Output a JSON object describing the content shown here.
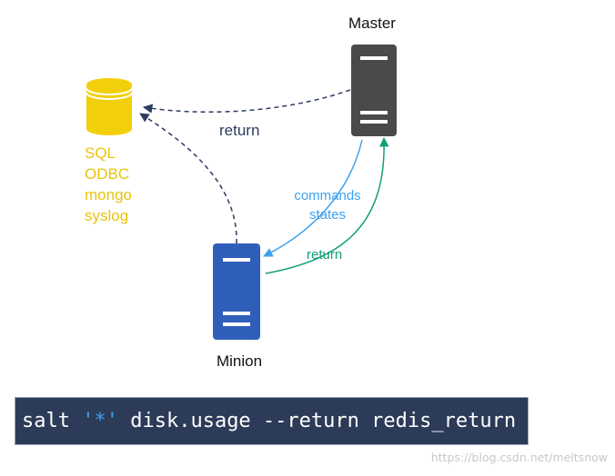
{
  "nodes": {
    "master": {
      "label": "Master"
    },
    "minion": {
      "label": "Minion"
    },
    "database": {
      "labels": [
        "SQL",
        "ODBC",
        "mongo",
        "syslog"
      ]
    }
  },
  "edges": {
    "master_to_db": {
      "label": "return"
    },
    "minion_to_db": {
      "label": ""
    },
    "master_to_minion": {
      "labels": [
        "commands",
        "states"
      ]
    },
    "minion_to_master": {
      "label": "return"
    }
  },
  "command": {
    "prefix": "salt ",
    "target": "'*'",
    "suffix": " disk.usage --return redis_return"
  },
  "watermark": "https://blog.csdn.net/meltsnow",
  "colors": {
    "master_server": "#4a4a4a",
    "minion_server": "#2f5fb8",
    "database": "#f2cf0b",
    "db_labels": "#e8c40c",
    "dark_arrow": "#2d3c5e",
    "blue_arrow": "#3ea1ee",
    "green_arrow": "#139e7b",
    "command_bg": "#2b3b58",
    "command_string": "#43a0f0"
  }
}
